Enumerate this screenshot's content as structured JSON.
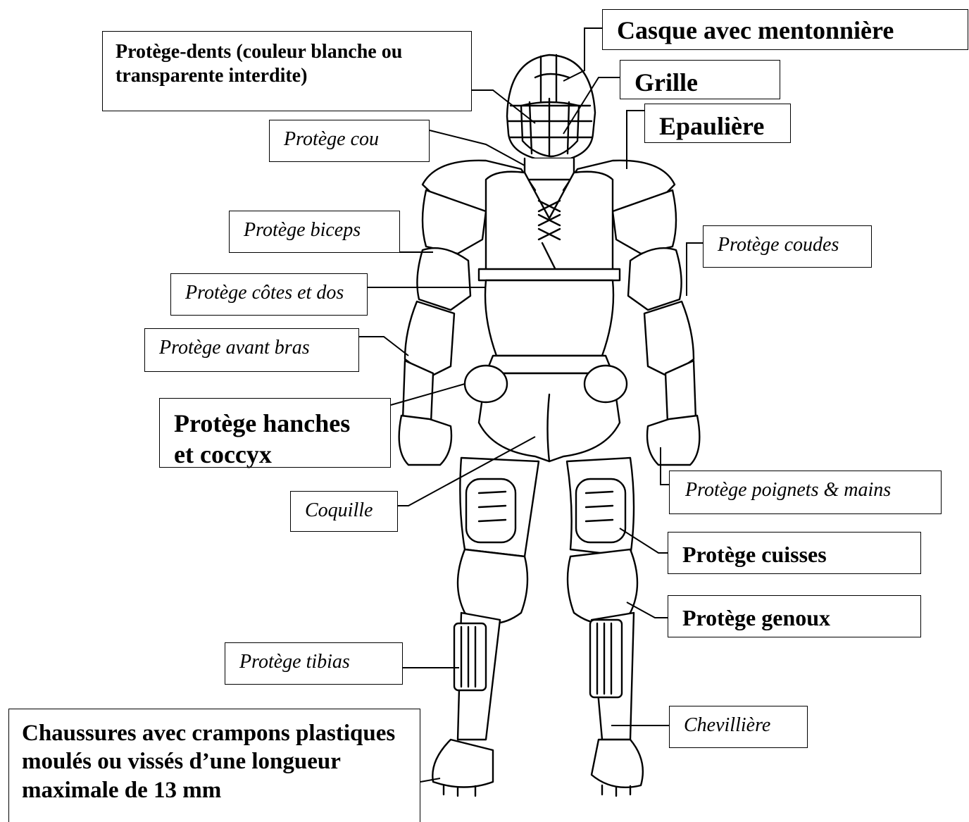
{
  "labels": {
    "casque": "Casque avec mentonnière",
    "protege_dents": "Protège-dents (couleur blanche ou transparente interdite)",
    "grille": "Grille",
    "protege_cou": "Protège cou",
    "epauliere": "Epaulière",
    "protege_biceps": "Protège biceps",
    "protege_coudes": "Protège coudes",
    "protege_cotes": "Protège côtes et dos",
    "protege_avant_bras": "Protège avant bras",
    "protege_hanches": "Protège hanches et coccyx",
    "protege_poignets": "Protège poignets & mains",
    "coquille": "Coquille",
    "protege_cuisses": "Protège cuisses",
    "protege_genoux": "Protège genoux",
    "protege_tibias": "Protège tibias",
    "chevilliere": "Chevillière",
    "chaussures": "Chaussures avec crampons plastiques moulés ou vissés d’une longueur maximale de 13 mm"
  }
}
